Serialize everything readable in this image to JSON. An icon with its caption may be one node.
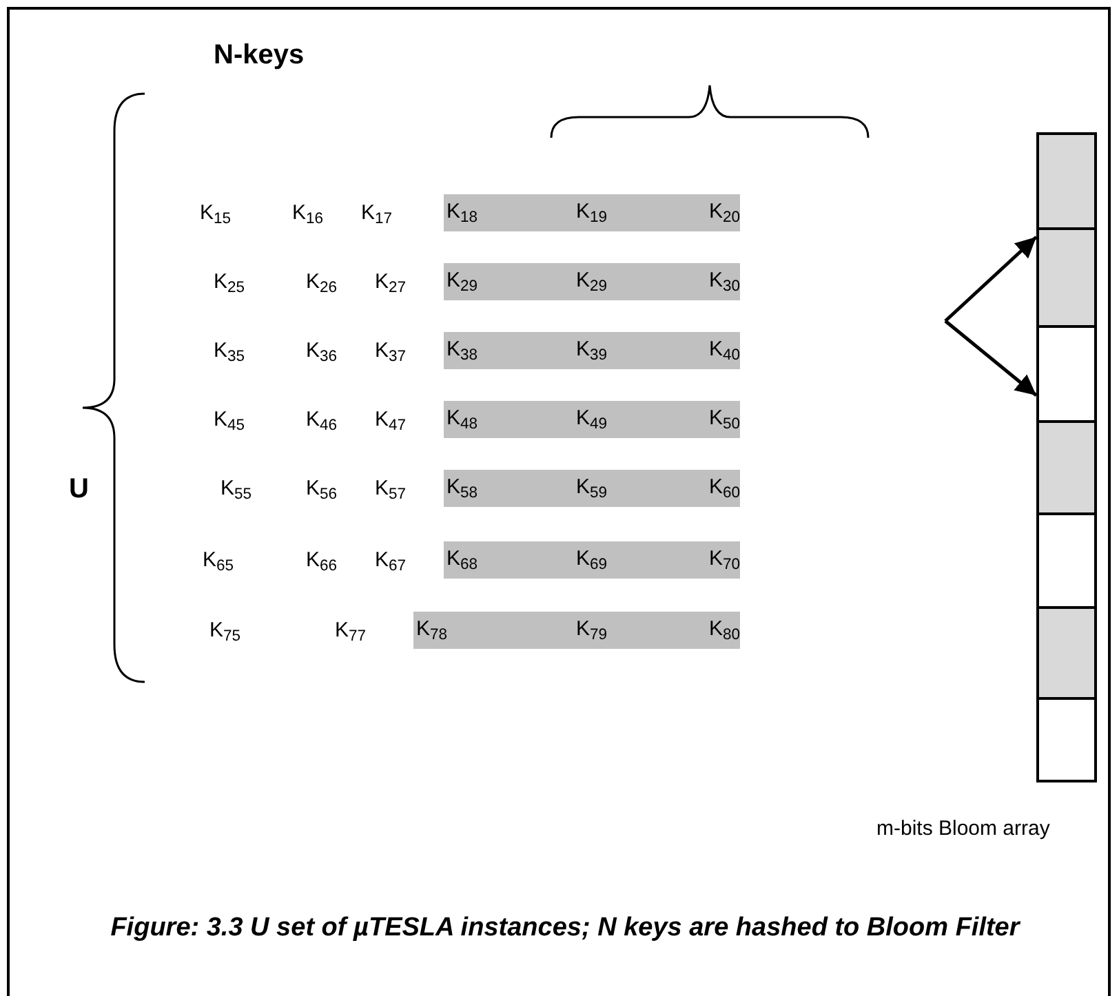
{
  "diagram": {
    "caption": "Figure: 3.3 U set of µTESLA instances; N keys are hashed to Bloom Filter",
    "nodes": [
      {
        "text": [
          "K$_{18}$",
          "K$_{19}$",
          "K$_{20}$"
        ]
      },
      {
        "text": [
          "K$_{29}$",
          "K$_{29}$",
          "K$_{30}$"
        ]
      },
      {
        "text": [
          "K$_{38}$",
          "K$_{39}$",
          "K$_{40}$"
        ]
      },
      {
        "text": [
          "K$_{48}$",
          "K$_{49}$",
          "K$_{50}$"
        ]
      },
      {
        "text": [
          "K$_{58}$",
          "K$_{59}$",
          "K$_{60}$"
        ]
      },
      {
        "text": [
          "K$_{68}$",
          "K$_{69}$",
          "K$_{70}$"
        ]
      },
      {
        "text": [
          "K$_{78}$",
          "K$_{79}$",
          "K$_{80}$"
        ]
      },
      {
        "text": [],
        "shape": "box"
      },
      {
        "text": [],
        "shape": "box"
      },
      {
        "text": [],
        "shape": "box"
      },
      {
        "text": [],
        "shape": "box"
      },
      {
        "text": [],
        "shape": "box"
      },
      {
        "text": [],
        "shape": "box"
      },
      {
        "text": [],
        "shape": "box"
      }
    ],
    "edges": [
      {
        "from": null,
        "to": 8,
        "arrow": "to"
      },
      {
        "from": null,
        "to": 9,
        "arrow": "to"
      }
    ],
    "labels": [
      "N-keys",
      "K$_{15}$",
      "K$_{16}$",
      "K$_{17}$",
      "K$_{25}$",
      "K$_{26}$",
      "K$_{27}$",
      "K$_{35}$",
      "K$_{36}$",
      "K$_{37}$",
      "K$_{45}$",
      "K$_{46}$",
      "K$_{47}$",
      "U",
      "K$_{55}$",
      "K$_{56}$",
      "K$_{57}$",
      "K$_{65}$",
      "K$_{66}$",
      "K$_{67}$",
      "K$_{75}$",
      "K$_{77}$",
      "m-bits Bloom array"
    ]
  }
}
